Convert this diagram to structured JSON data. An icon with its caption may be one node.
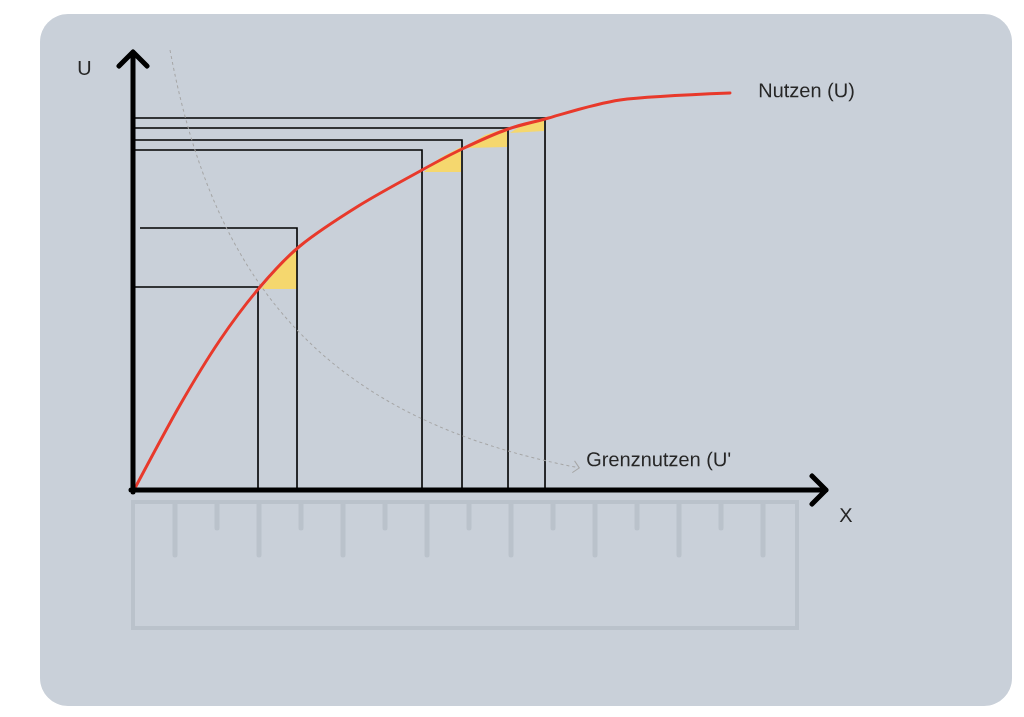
{
  "diagram": {
    "labels": [
      "U",
      "Nutzen (U)",
      "Grenznutzen (U'",
      "X"
    ]
  }
}
